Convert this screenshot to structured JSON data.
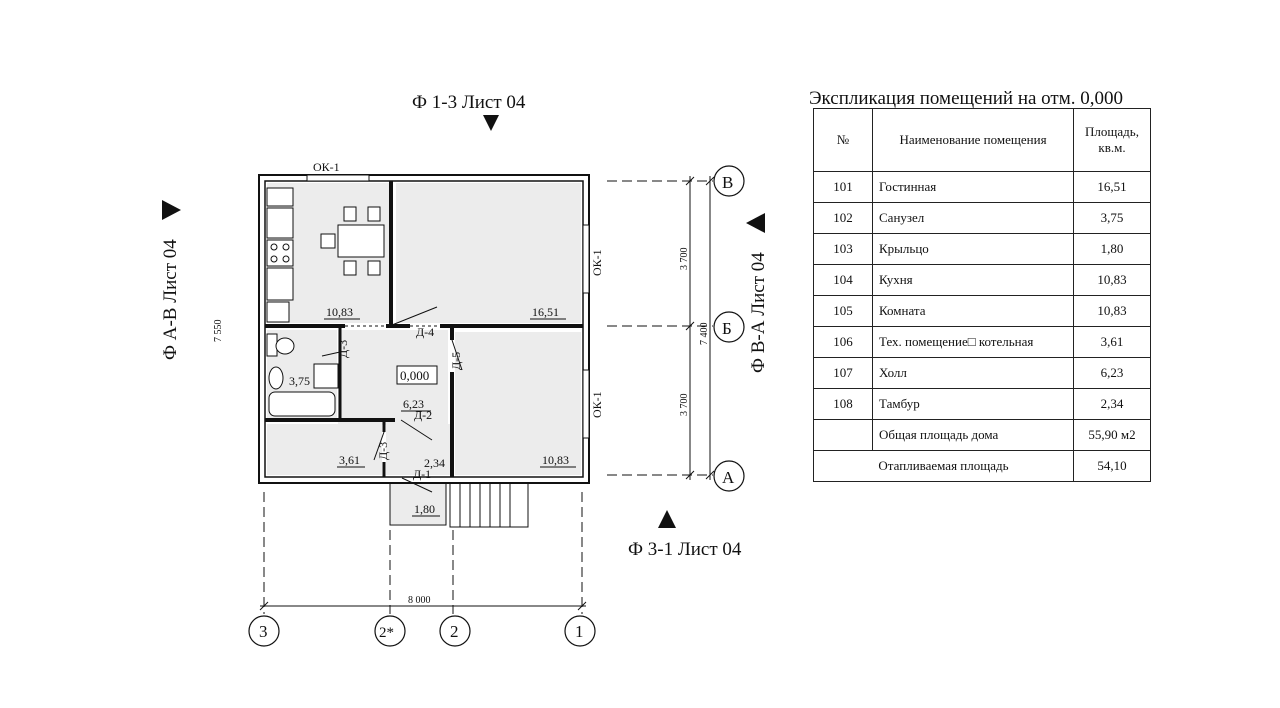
{
  "sections": {
    "top": "Ф 1-3 Лист 04",
    "left": "Ф А-В Лист 04",
    "right": "Ф В-А Лист 04",
    "bottom": "Ф 3-1 Лист 04"
  },
  "axes": {
    "letters": [
      "В",
      "Б",
      "А"
    ],
    "numbers": [
      "3",
      "2*",
      "2",
      "1"
    ]
  },
  "dimensions": {
    "overall_width": "8 000",
    "overall_height_left": "7 550",
    "right_upper": "3 700",
    "right_lower": "3 700",
    "right_total": "7 400"
  },
  "plan_labels": {
    "window_top": "ОК-1",
    "window_right_upper": "ОК-1",
    "window_right_lower": "ОК-1",
    "level_mark": "0,000",
    "doors": [
      "Д-4",
      "Д-5",
      "Д-3",
      "Д-2",
      "Д-3",
      "Д-1"
    ],
    "room_areas": {
      "kitchen": "10,83",
      "living": "16,51",
      "bath": "3,75",
      "hall": "6,23",
      "room": "10,83",
      "boiler": "3,61",
      "vestibule": "2,34",
      "porch": "1,80"
    }
  },
  "explication": {
    "title": "Экспликация помещений на отм. 0,000",
    "headers": [
      "№",
      "Наименование помещения",
      "Площадь, кв.м."
    ],
    "rows": [
      {
        "num": "101",
        "name": "Гостинная",
        "area": "16,51"
      },
      {
        "num": "102",
        "name": "Санузел",
        "area": "3,75"
      },
      {
        "num": "103",
        "name": "Крыльцо",
        "area": "1,80"
      },
      {
        "num": "104",
        "name": "Кухня",
        "area": "10,83"
      },
      {
        "num": "105",
        "name": "Комната",
        "area": "10,83"
      },
      {
        "num": "106",
        "name": "Тех. помещение□ котельная",
        "area": "3,61"
      },
      {
        "num": "107",
        "name": "Холл",
        "area": "6,23"
      },
      {
        "num": "108",
        "name": "Тамбур",
        "area": "2,34"
      }
    ],
    "total_label": "Общая площадь дома",
    "total_value": "55,90 м2",
    "heated_label": "Отапливаемая площадь",
    "heated_value": "54,10"
  }
}
